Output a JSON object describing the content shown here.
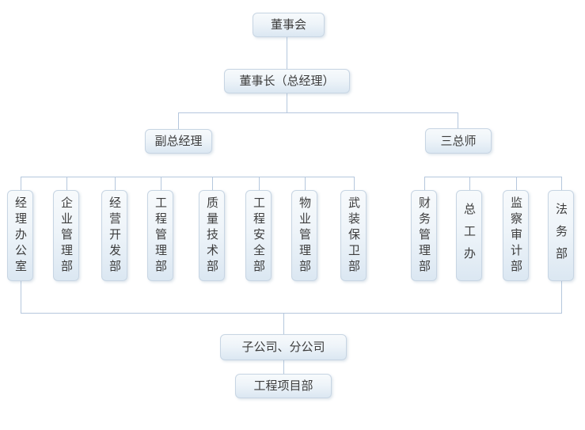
{
  "org": {
    "board": "董事会",
    "chairman": "董事长（总经理）",
    "branches": [
      {
        "label": "副总经理",
        "children": [
          "经理办公室",
          "企业管理部",
          "经营开发部",
          "工程管理部",
          "质量技术部",
          "工程安全部",
          "物业管理部",
          "武装保卫部"
        ]
      },
      {
        "label": "三总师",
        "children": [
          "财务管理部",
          "总工办",
          "监察审计部",
          "法务部"
        ]
      }
    ],
    "subsidiaries": "子公司、分公司",
    "project_dept": "工程项目部"
  },
  "colors": {
    "page-background": "#ffffff",
    "node-top": "#f7fafc",
    "node-mid": "#eef4f9",
    "node-bottom": "#dbe7f2",
    "node-border": "#c7d5e3",
    "node-text": "#3d3d3d",
    "connector-line": "#b5c7dd"
  }
}
